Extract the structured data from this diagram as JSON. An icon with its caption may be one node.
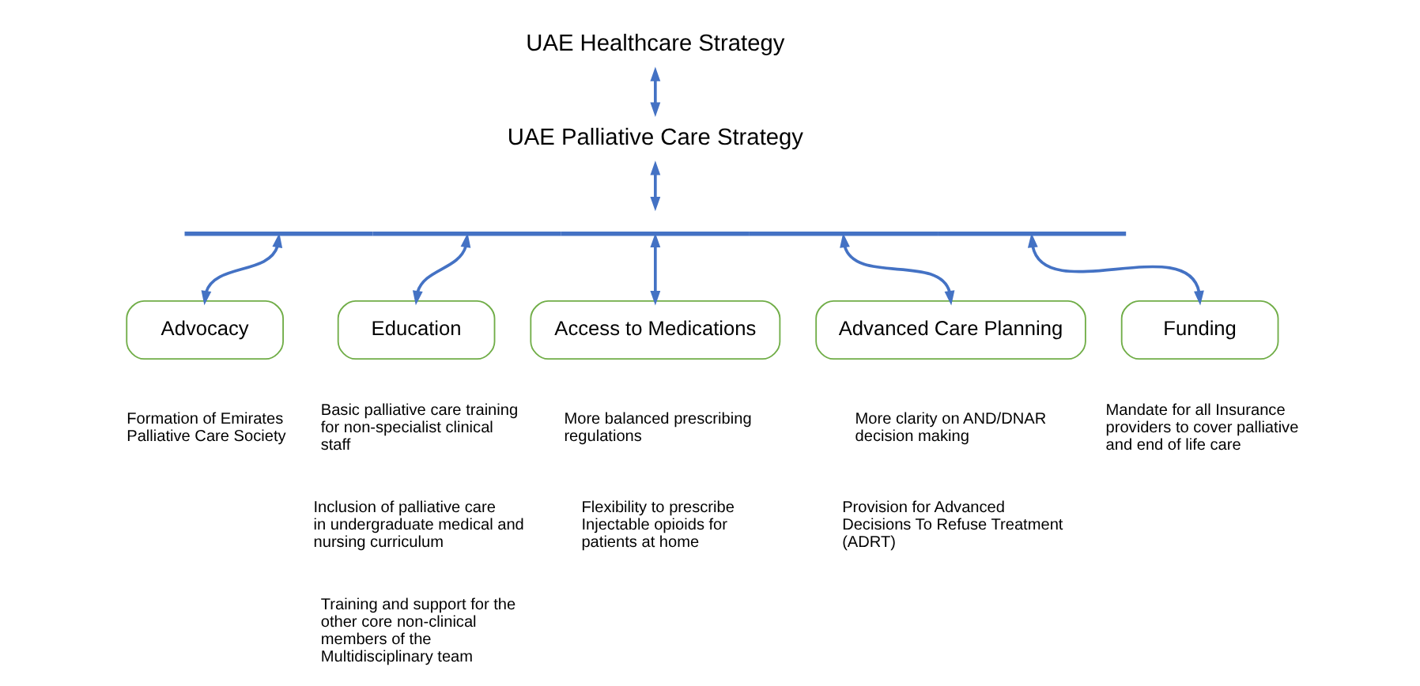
{
  "diagram": {
    "nodes": [
      {
        "text": [
          "UAE Healthcare Strategy"
        ]
      },
      {
        "text": [
          "UAE Palliative Care Strategy"
        ]
      },
      {
        "text": [],
        "shape": "bar"
      },
      {
        "text": [
          "Advocacy"
        ],
        "beside": [
          "Formation of Emirates Palliative Care Society"
        ]
      },
      {
        "text": [
          "Education"
        ],
        "beside": [
          "Basic palliative care training for non-specialist clinical staff",
          "Inclusion of palliative care in undergraduate medical and nursing curriculum",
          "Training and support for the other core non-clinical members of the Multidisciplinary team"
        ]
      },
      {
        "text": [
          "Access to Medications"
        ],
        "beside": [
          "More balanced prescribing regulations",
          "Flexibility to prescribe Injectable opioids for patients at home"
        ]
      },
      {
        "text": [
          "Advanced Care Planning"
        ],
        "beside": [
          "More clarity on AND/DNAR decision making",
          "Provision for Advanced Decisions To Refuse Treatment (ADRT)"
        ]
      },
      {
        "text": [
          "Funding"
        ],
        "beside": [
          "Mandate for all Insurance providers to cover palliative and end of life care"
        ]
      }
    ],
    "edges": [
      {
        "from": 0,
        "to": 1,
        "arrow": "both"
      },
      {
        "from": 1,
        "to": 2,
        "arrow": "both"
      },
      {
        "from": 2,
        "to": 3,
        "arrow": "both"
      },
      {
        "from": 2,
        "to": 4,
        "arrow": "both"
      },
      {
        "from": 2,
        "to": 5,
        "arrow": "both"
      },
      {
        "from": 2,
        "to": 6,
        "arrow": "both"
      },
      {
        "from": 2,
        "to": 7,
        "arrow": "both"
      }
    ]
  }
}
